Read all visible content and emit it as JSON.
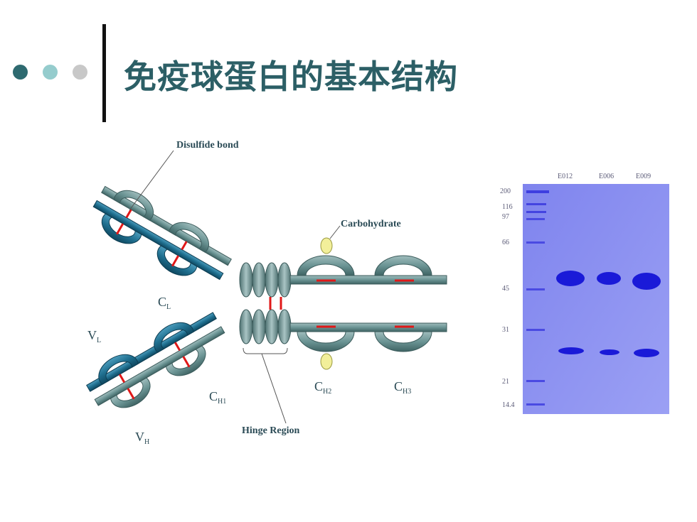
{
  "slide": {
    "title": "免疫球蛋白的基本结构",
    "dot_colors": [
      "#2e6a70",
      "#95cccd",
      "#c8c8c8"
    ]
  },
  "diagram": {
    "labels": {
      "disulfide": "Disulfide bond",
      "carbohydrate": "Carbohydrate",
      "hinge": "Hinge Region",
      "cl_main": "C",
      "cl_sub": "L",
      "vl_main": "V",
      "vl_sub": "L",
      "ch1_main": "C",
      "ch1_sub": "H1",
      "vh_main": "V",
      "vh_sub": "H",
      "ch2_main": "C",
      "ch2_sub": "H2",
      "ch3_main": "C",
      "ch3_sub": "H3"
    },
    "colors": {
      "heavy": "#6b9494",
      "light": "#1f6f8f",
      "bond": "#e01818",
      "carb": "#f2ef9a"
    }
  },
  "gel": {
    "lanes": [
      "E012",
      "E006",
      "E009"
    ],
    "markers": [
      "200",
      "116",
      "97",
      "66",
      "45",
      "31",
      "21",
      "14.4"
    ],
    "background": "#8a8ef0",
    "band_color": "#1a1ad8"
  }
}
